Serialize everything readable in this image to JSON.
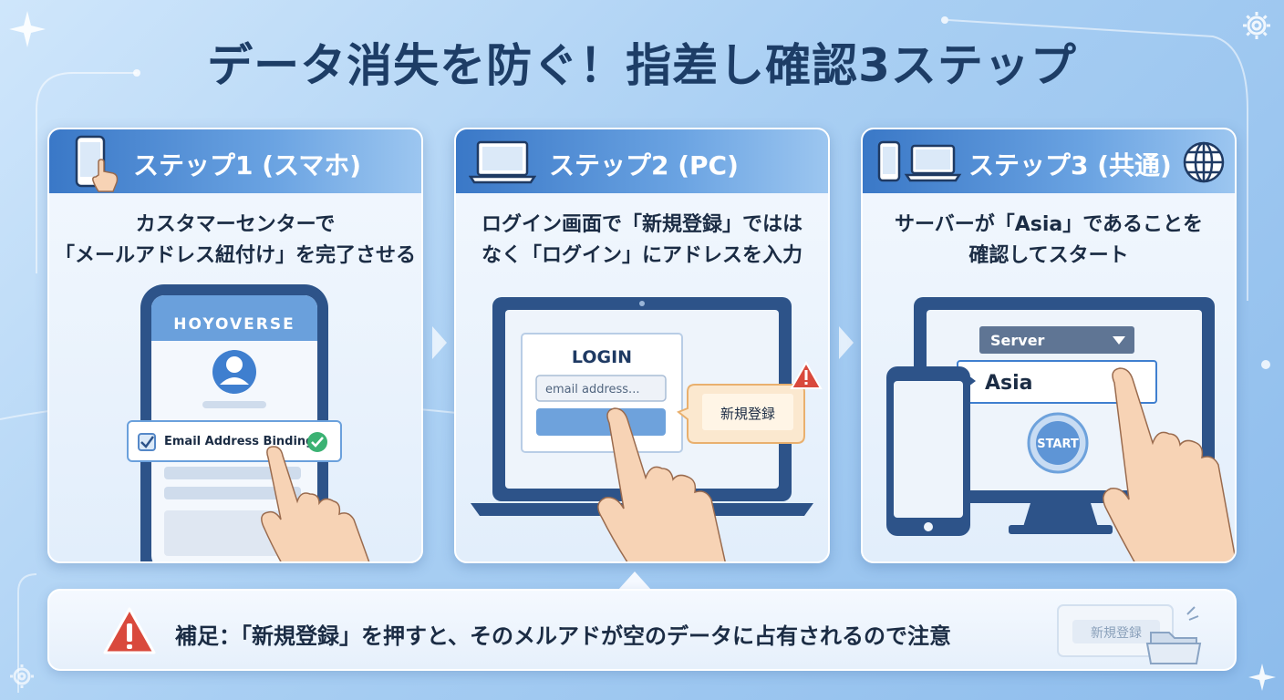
{
  "title": "データ消失を防ぐ！指差し確認3ステップ",
  "steps": [
    {
      "label": "ステップ1 (スマホ)",
      "desc_line1": "カスタマーセンターで",
      "desc_line2": "「メールアドレス紐付け」を完了させる",
      "app_logo": "HOYOVERSE",
      "binding_label": "Email Address Binding",
      "icons": [
        "smartphone-icon",
        "pointing-hand-icon",
        "avatar-icon",
        "checkbox-icon",
        "check-circle-icon"
      ]
    },
    {
      "label": "ステップ2 (PC)",
      "desc_line1": "ログイン画面で「新規登録」ではは",
      "desc_line2": "なく「ログイン」にアドレスを入力",
      "login_title": "LOGIN",
      "email_placeholder": "email address...",
      "register_popup": "新規登録",
      "icons": [
        "laptop-icon",
        "warning-icon",
        "pointing-hand-icon"
      ]
    },
    {
      "label": "ステップ3 (共通)",
      "desc_line1": "サーバーが「Asia」であることを",
      "desc_line2": "確認してスタート",
      "server_label": "Server",
      "server_value": "Asia",
      "start_label": "START",
      "icons": [
        "smartphone-icon",
        "laptop-icon",
        "globe-icon",
        "monitor-icon",
        "tablet-icon",
        "pointing-hand-icon"
      ]
    }
  ],
  "note": {
    "text": "補足：「新規登録」を押すと、そのメルアドが空のデータに占有されるので注意",
    "button_label": "新規登録",
    "icons": [
      "warning-icon",
      "folder-icon"
    ]
  },
  "colors": {
    "title": "#1d3d66",
    "header": "#3a78c7",
    "accent_green": "#3bb273",
    "warning_red": "#d9493c"
  }
}
